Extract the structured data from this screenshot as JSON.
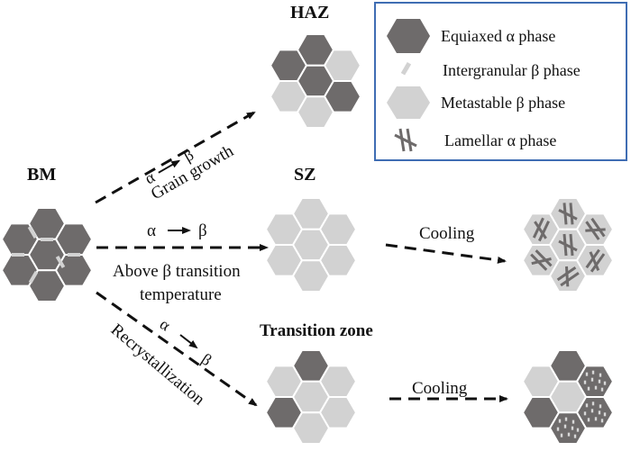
{
  "titles": {
    "bm": "BM",
    "haz": "HAZ",
    "sz": "SZ",
    "tz": "Transition zone"
  },
  "arrows": {
    "upper": {
      "alpha": "α",
      "beta": "β",
      "label": "Grain growth"
    },
    "middle": {
      "alpha": "α",
      "beta": "β",
      "label_line1": "Above β transition",
      "label_line2": "temperature"
    },
    "lower": {
      "alpha": "α",
      "beta": "β",
      "label": "Recrystallization"
    },
    "cooling_sz": "Cooling",
    "cooling_tz": "Cooling"
  },
  "legend": [
    {
      "label": "Equiaxed α phase",
      "icon": "dark-hexagon"
    },
    {
      "label": "Intergranular β phase",
      "icon": "light-bar"
    },
    {
      "label": "Metastable β phase",
      "icon": "light-hexagon"
    },
    {
      "label": "Lamellar α phase",
      "icon": "lamellae"
    }
  ],
  "colors": {
    "dark": "#6e6b6b",
    "light": "#d2d2d2",
    "legend_border": "#3f6db3"
  },
  "clusters": {
    "bm": [
      "d",
      "d",
      "d",
      "d",
      "d",
      "d",
      "d"
    ],
    "haz": [
      "d",
      "d",
      "l",
      "d",
      "l",
      "d",
      "l"
    ],
    "sz": [
      "l",
      "l",
      "l",
      "l",
      "l",
      "l",
      "l"
    ],
    "sz_cooled": [
      "l",
      "l",
      "l",
      "l",
      "l",
      "l",
      "l"
    ],
    "tz": [
      "d",
      "l",
      "l",
      "l",
      "d",
      "l",
      "l"
    ],
    "tz_cooled": [
      "d",
      "l",
      "dp",
      "l",
      "d",
      "dp",
      "dp"
    ]
  }
}
